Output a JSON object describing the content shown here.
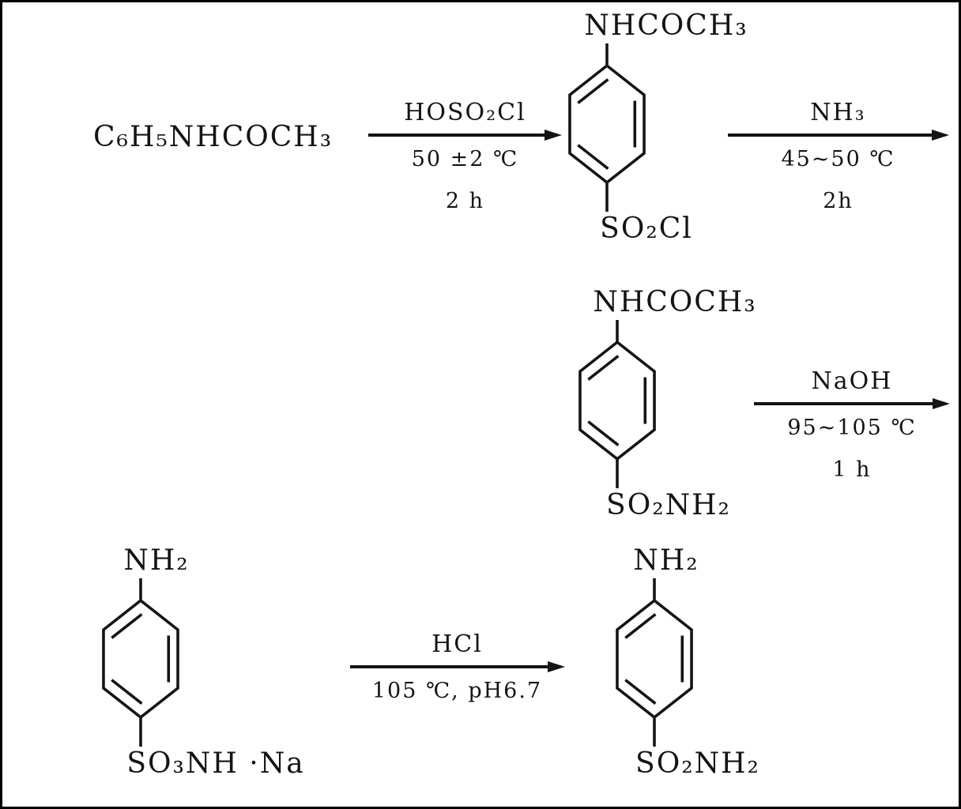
{
  "colors": {
    "ink": "#141414",
    "background": "#ffffff"
  },
  "scheme": {
    "reactant": "C₆H₅NHCOCH₃",
    "steps": [
      {
        "reagent": "HOSO₂Cl",
        "cond1": "50 ±2 ℃",
        "cond2": "2 h"
      },
      {
        "reagent": "NH₃",
        "cond1": "45~50 ℃",
        "cond2": "2h"
      },
      {
        "reagent": "NaOH",
        "cond1": "95~105 ℃",
        "cond2": "1 h"
      },
      {
        "reagent": "HCl",
        "cond1": "105 ℃, pH6.7",
        "cond2": ""
      }
    ],
    "structures": [
      {
        "top": "NHCOCH₃",
        "bottom": "SO₂Cl"
      },
      {
        "top": "NHCOCH₃",
        "bottom": "SO₂NH₂"
      },
      {
        "top": "NH₂",
        "bottom": "SO₃NH ·Na"
      },
      {
        "top": "NH₂",
        "bottom": "SO₂NH₂"
      }
    ]
  }
}
